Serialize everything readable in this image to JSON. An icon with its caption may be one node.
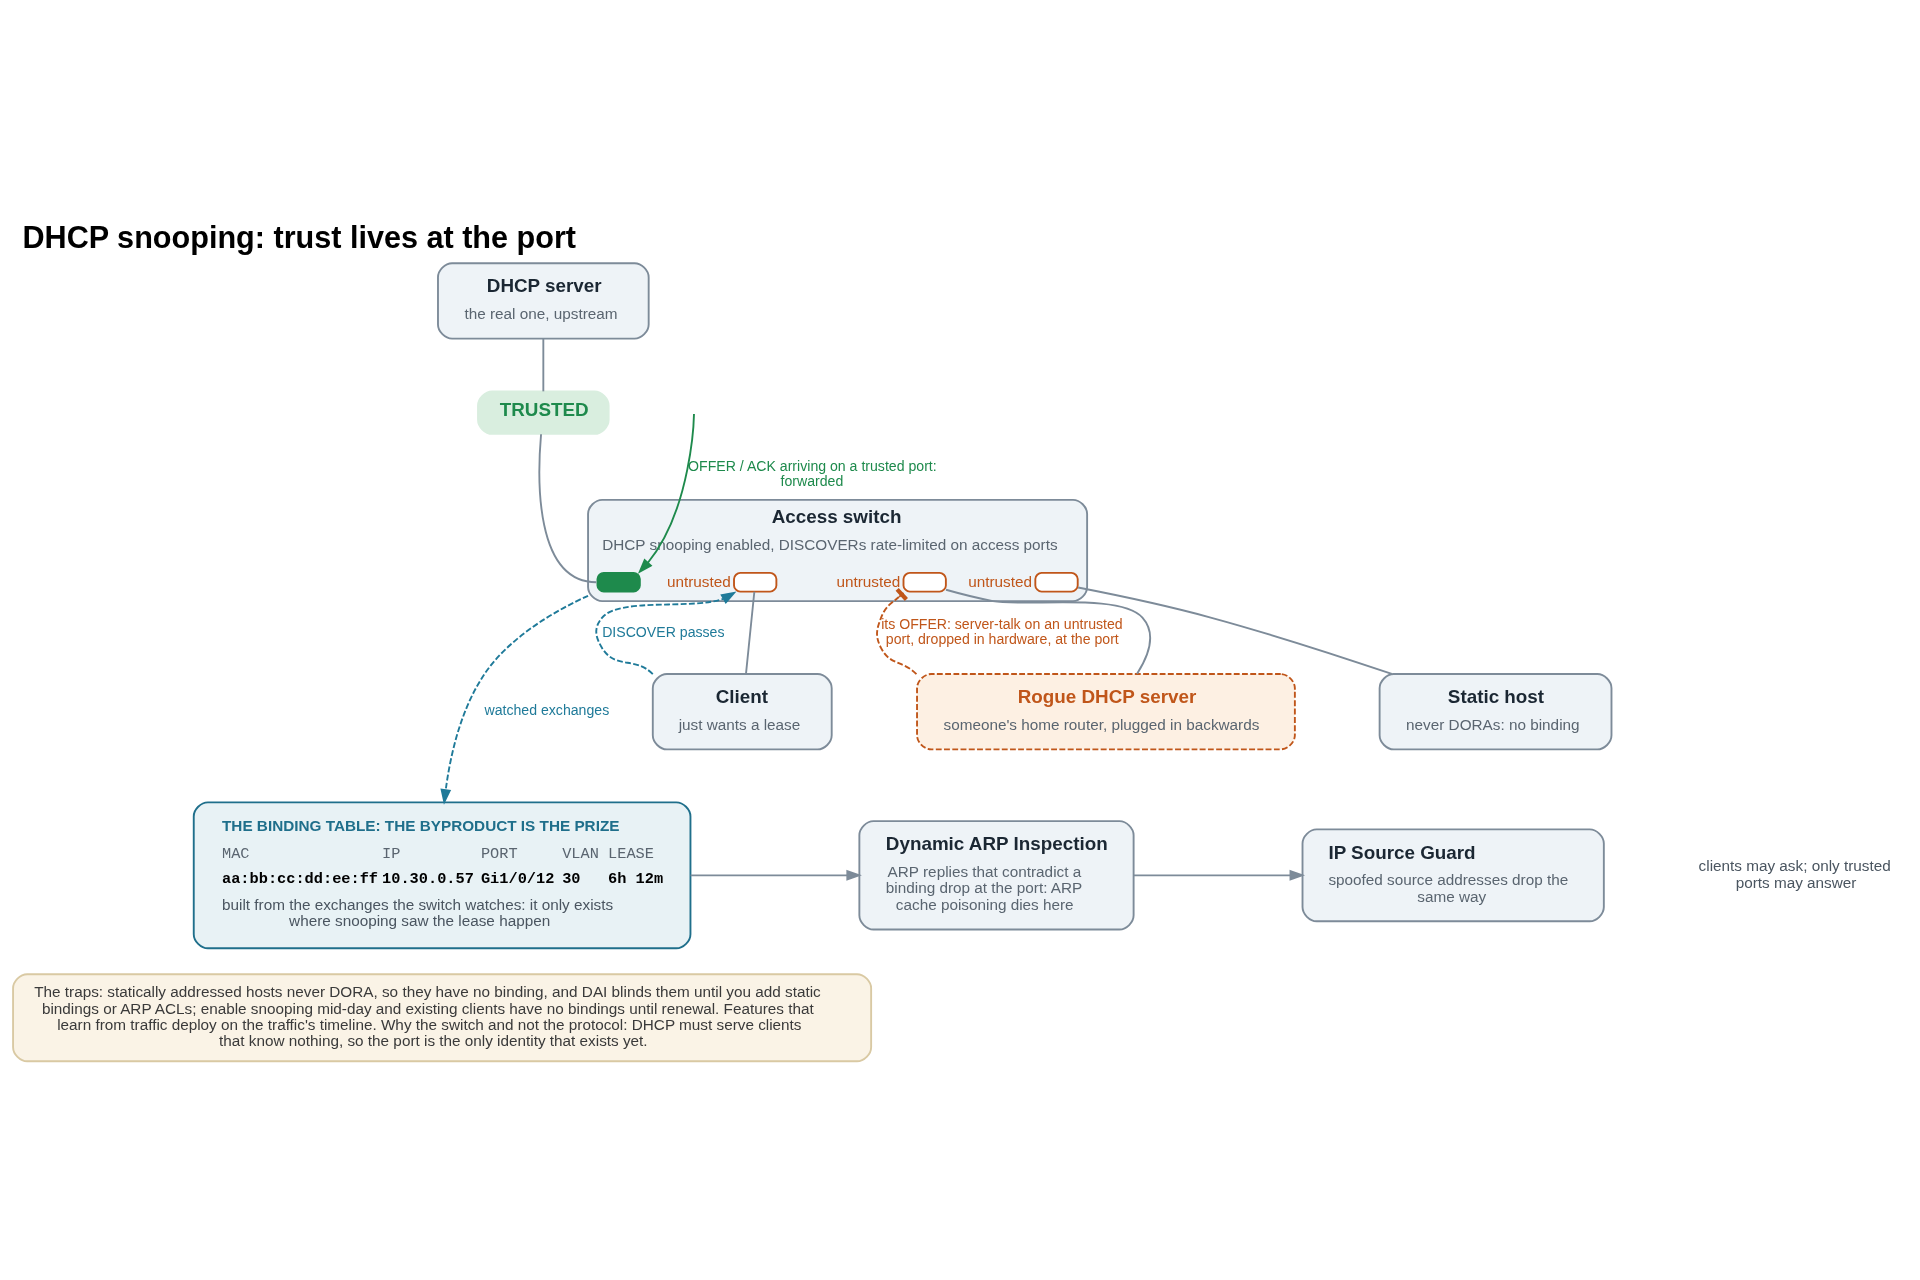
{
  "diagram": {
    "title": "DHCP snooping: trust lives at the port",
    "nodes": [
      {
        "text": [
          "DHCP server",
          "the real one, upstream"
        ]
      },
      {
        "text": [
          "TRUSTED"
        ]
      },
      {
        "text": [
          "Access switch",
          "DHCP snooping enabled, DISCOVERs rate-limited on access ports"
        ]
      },
      {
        "text": [],
        "shape": "box",
        "in": 2
      },
      {
        "text": [],
        "shape": "box",
        "in": 2,
        "beside": [
          "untrusted"
        ]
      },
      {
        "text": [],
        "shape": "box",
        "in": 2,
        "beside": [
          "untrusted"
        ]
      },
      {
        "text": [],
        "shape": "box",
        "in": 2,
        "beside": [
          "untrusted"
        ]
      },
      {
        "text": [
          "Client",
          "just wants a lease"
        ]
      },
      {
        "text": [
          "Rogue DHCP server",
          "someone's home router, plugged in backwards"
        ]
      },
      {
        "text": [
          "Static host",
          "never DORAs: no binding"
        ]
      },
      {
        "text": [
          "THE BINDING TABLE: THE BYPRODUCT IS THE PRIZE",
          "MAC",
          "IP",
          "PORT",
          "VLAN",
          "LEASE",
          "aa:bb:cc:dd:ee:ff",
          "10.30.0.57",
          "Gi1/0/12",
          "30",
          "6h 12m",
          "built from the exchanges the switch watches: it only exists where snooping saw the lease happen"
        ]
      },
      {
        "text": [
          "Dynamic ARP Inspection",
          "ARP replies that contradict a binding drop at the port: ARP cache poisoning dies here"
        ]
      },
      {
        "text": [
          "IP Source Guard",
          "spoofed source addresses drop the same way"
        ]
      },
      {
        "text": [
          "The traps: statically addressed hosts never DORA, so they have no binding, and DAI blinds them until you add static bindings or ARP ACLs; enable snooping mid-day and existing clients have no bindings until renewal. Features that learn from traffic deploy on the traffic's timeline. Why the switch and not the protocol: DHCP must serve clients that know nothing, so the port is the only identity that exists yet."
        ]
      }
    ],
    "edges": [
      {
        "from": 0,
        "to": 1,
        "arrow": "none"
      },
      {
        "from": 1,
        "to": 3,
        "arrow": "none"
      },
      {
        "from": null,
        "to": 3,
        "arrow": "to",
        "label": "OFFER / ACK arriving on a trusted port: forwarded",
        "color": "#1e8a4c"
      },
      {
        "from": 4,
        "to": 7,
        "arrow": "none"
      },
      {
        "from": 5,
        "to": 8,
        "arrow": "none"
      },
      {
        "from": 6,
        "to": 9,
        "arrow": "none"
      },
      {
        "from": 7,
        "to": 4,
        "arrow": "to",
        "label": "DISCOVER passes",
        "style": "dashed",
        "color": "#1f7a99"
      },
      {
        "from": 8,
        "to": 5,
        "arrow": "other",
        "label": "its OFFER: server-talk on an untrusted port, dropped in hardware, at the port",
        "style": "dashed",
        "color": "#c0561a"
      },
      {
        "from": 2,
        "to": 10,
        "arrow": "to",
        "label": "watched exchanges",
        "style": "dashed",
        "color": "#1f7a99"
      },
      {
        "from": 10,
        "to": 11,
        "arrow": "to"
      },
      {
        "from": 11,
        "to": 12,
        "arrow": "to"
      }
    ],
    "labels": [
      "clients may ask; only trusted ports may answer"
    ]
  }
}
